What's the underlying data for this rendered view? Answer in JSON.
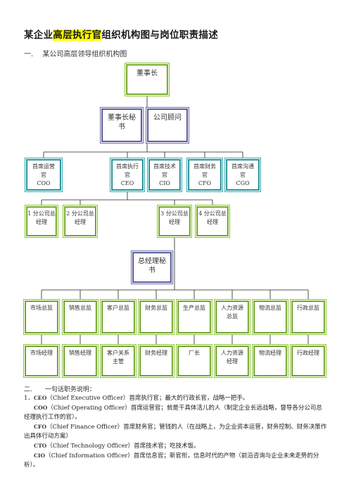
{
  "title": {
    "pre": "某企业",
    "highlight": "高层执行官",
    "post": "组织机构图与岗位职责描述"
  },
  "section1": "一.　 某公司高层领导组织机构图",
  "section2": "二.　　一句话职务说明：",
  "org": {
    "chairman": "董事长",
    "secretary": "董事长秘\n书",
    "advisor": "公司顾问",
    "coo": "首席运营\n官\nCOO",
    "ceo": "首席执行\n官\nCEO",
    "cio": "首席技术\n官\nCIO",
    "cfo": "首席财务\n官\nCFO",
    "cgo": "首席沟通\n官\nCGO",
    "gm1": "1 分公司总\n经理",
    "gm2": "2 分公司总\n经理",
    "gm3": "3 分公司总\n经理",
    "gm4": "4 分公司总\n经理",
    "gm_secretary": "总经理秘\n书",
    "directors": [
      "市场总监",
      "销售总监",
      "客户总监",
      "财务总监",
      "生产总监",
      "人力资源\n总监",
      "物流总监",
      "行政总监"
    ],
    "managers": [
      "市场经理",
      "销售经理",
      "客户关系\n主管",
      "财务经理",
      "厂长",
      "人力资源\n经理",
      "物流经理",
      "行政经理"
    ]
  },
  "descriptions": [
    {
      "num": "1．",
      "code": "CEO",
      "text": "（Chief Executive Officer）首席执行官；最大的行政长官，战略一把手。"
    },
    {
      "num": "",
      "code": "COO",
      "text": "（Chief Operating Officer）首席运营官；就是干具体活儿的人（制定企业长远战略，督导各分公司总经理执行工作的官）。"
    },
    {
      "num": "",
      "code": "CFO",
      "text": "（Chief Finance Officer）首席财务官；管钱的人（在战略上，为企业资本运营，财务控制、财务决策作出具体行动方案）"
    },
    {
      "num": "",
      "code": "CTO",
      "text": "（Chief Technology Officer）首席技术官；吃技术饭。"
    },
    {
      "num": "",
      "code": "CIO",
      "text": "（Chief Information Officer）首席信息官；新官衔，信息时代的产物（前沿咨询与企业未来走势的分析）。"
    }
  ]
}
